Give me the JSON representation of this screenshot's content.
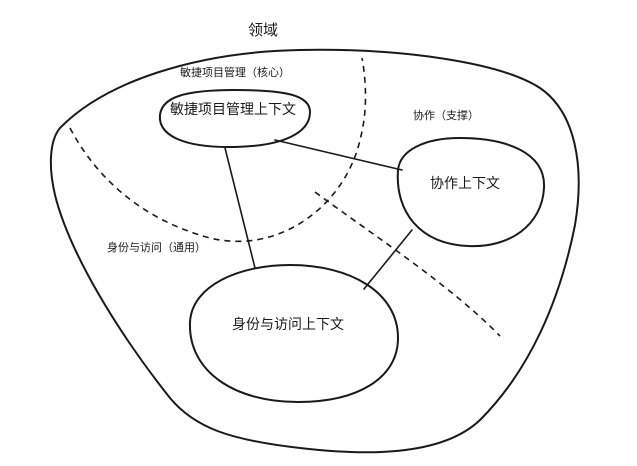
{
  "diagram": {
    "domain_title": "领域",
    "subdomains": [
      {
        "id": "core",
        "label": "敏捷项目管理（核心）"
      },
      {
        "id": "support",
        "label": "协作（支撑）"
      },
      {
        "id": "generic",
        "label": "身份与访问（通用）"
      }
    ],
    "contexts": [
      {
        "id": "agile",
        "label": "敏捷项目管理上下文"
      },
      {
        "id": "collab",
        "label": "协作上下文"
      },
      {
        "id": "identity",
        "label": "身份与访问上下文"
      }
    ]
  }
}
